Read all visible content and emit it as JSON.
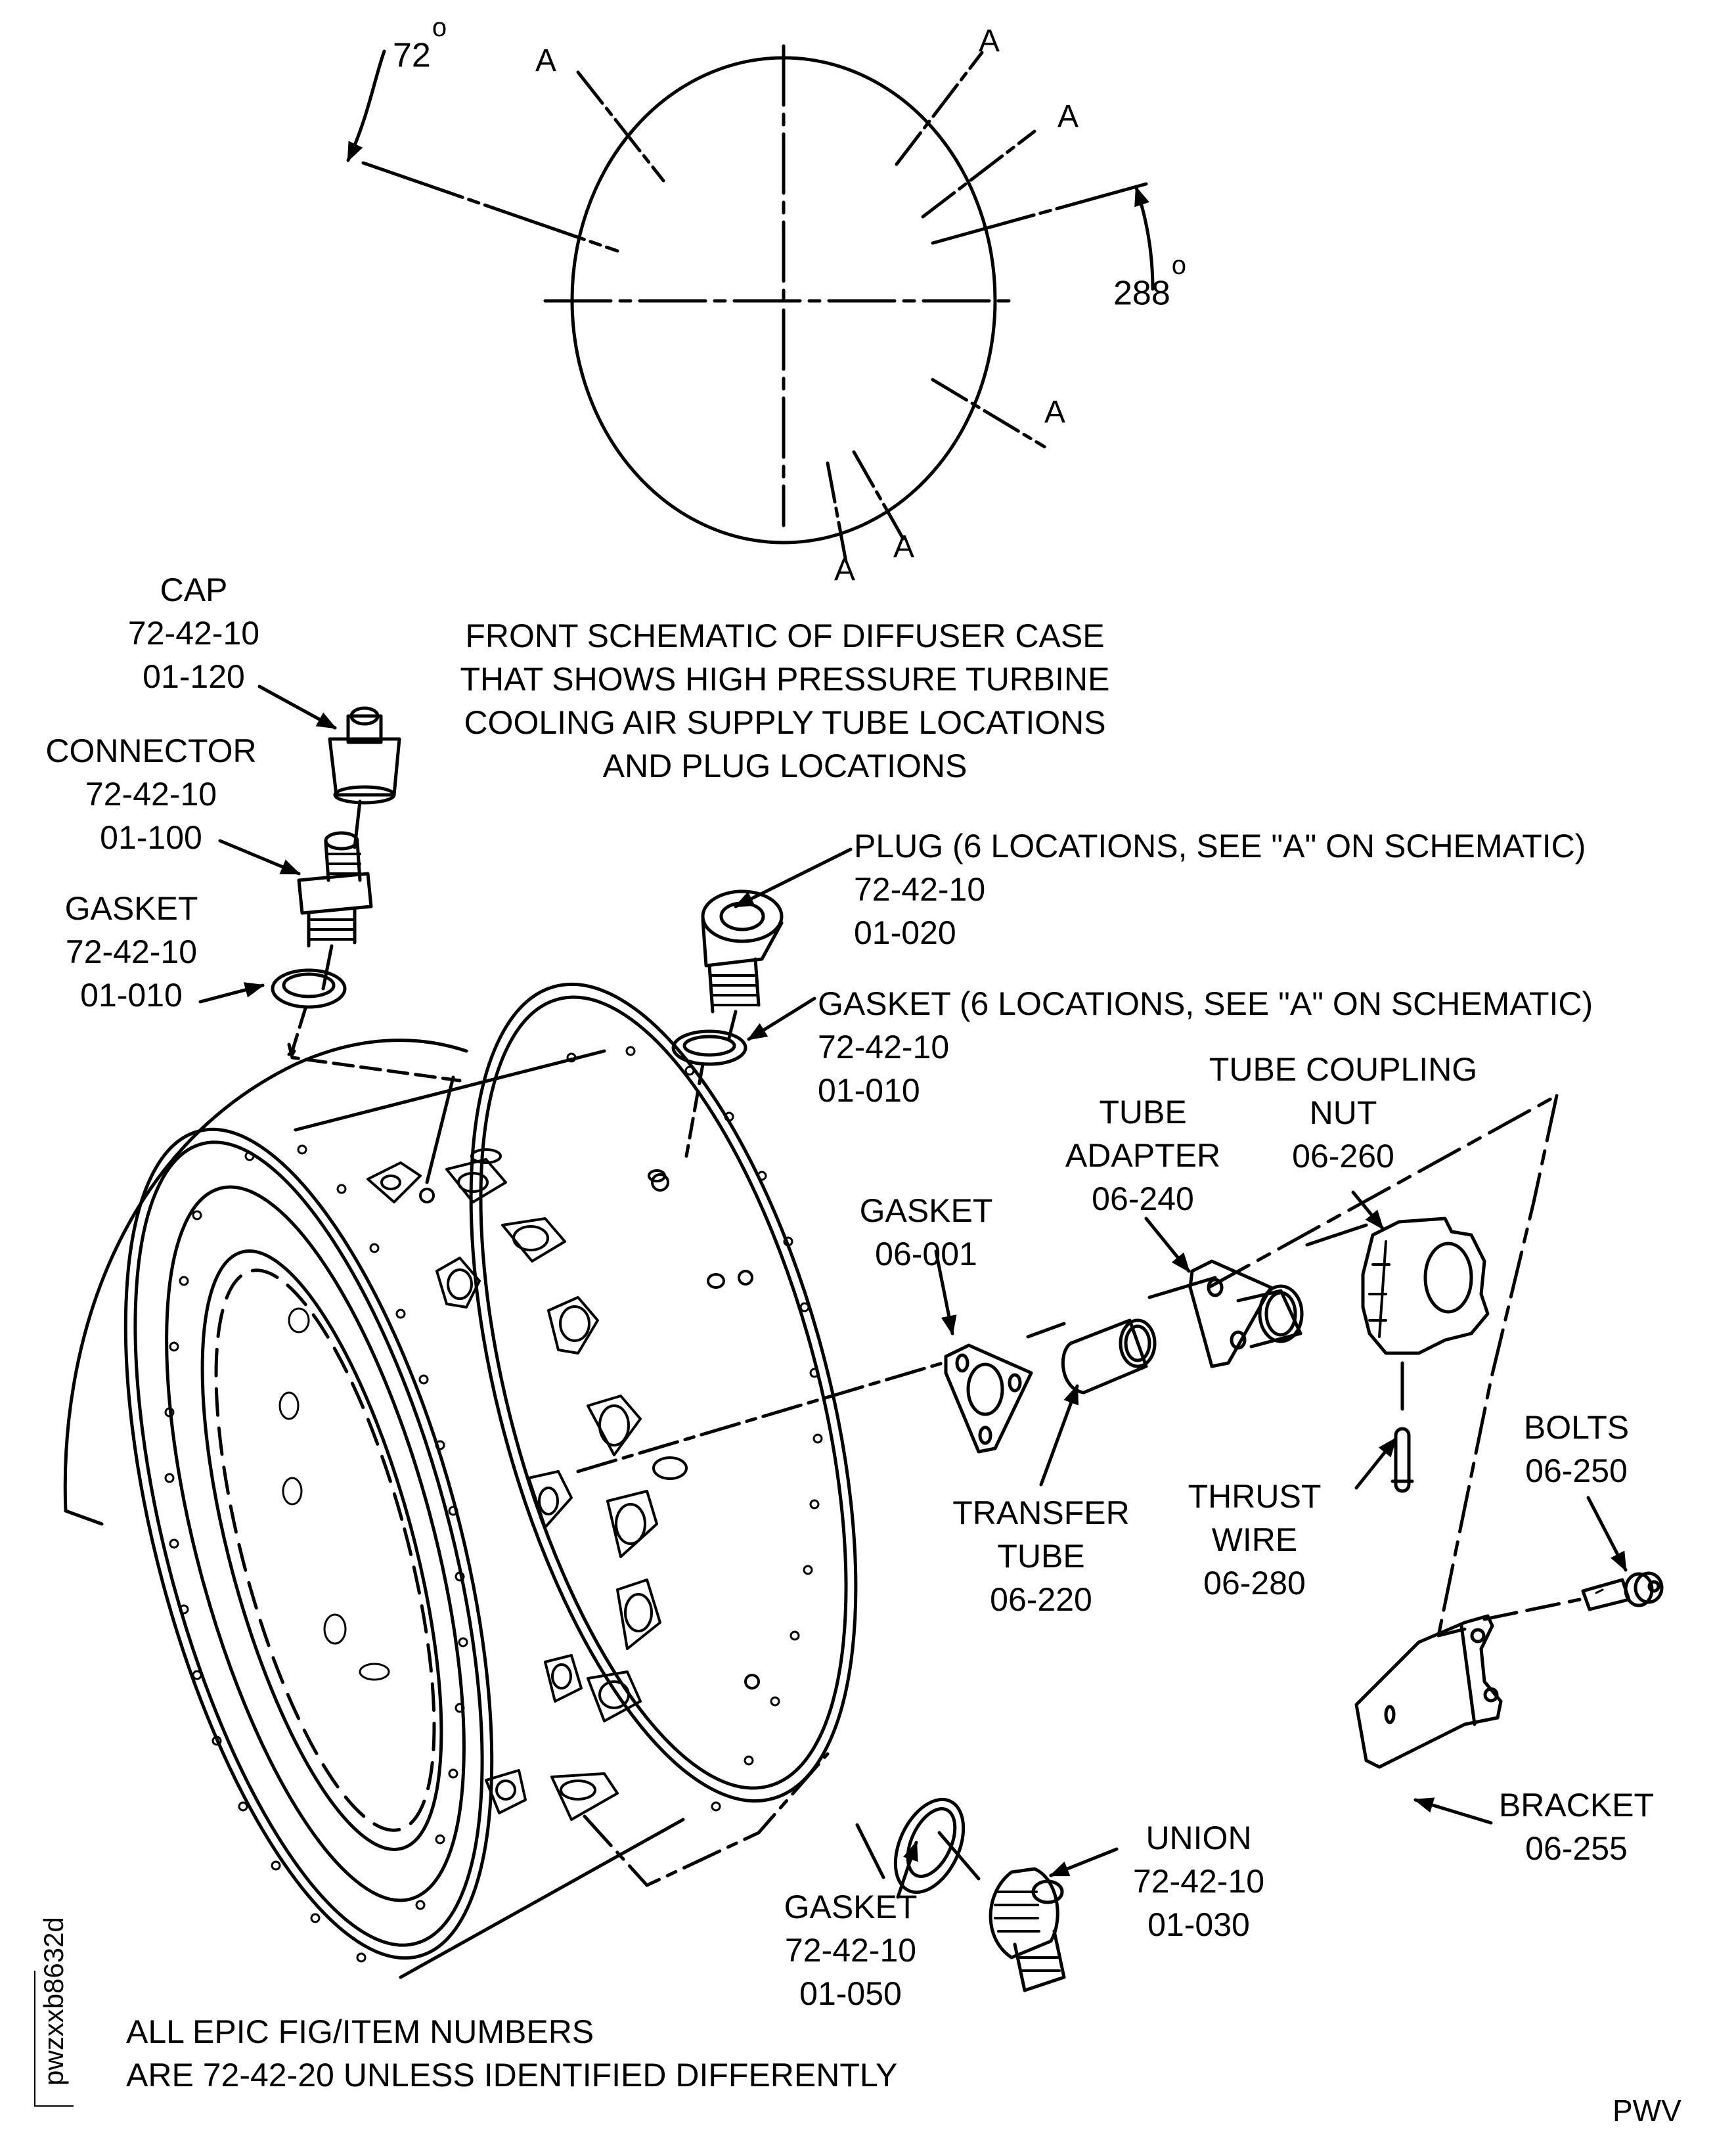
{
  "schematic": {
    "title_lines": [
      "FRONT SCHEMATIC OF DIFFUSER CASE",
      "THAT SHOWS HIGH PRESSURE TURBINE",
      "COOLING AIR SUPPLY TUBE LOCATIONS",
      "AND PLUG LOCATIONS"
    ],
    "angle_left": "72",
    "angle_right": "288",
    "degree_symbol": "o",
    "location_marker": "A",
    "location_count": 6
  },
  "callouts": {
    "cap": {
      "name": "CAP",
      "fig": "72-42-10",
      "item": "01-120"
    },
    "connector": {
      "name": "CONNECTOR",
      "fig": "72-42-10",
      "item": "01-100"
    },
    "gasket_left": {
      "name": "GASKET",
      "fig": "72-42-10",
      "item": "01-010"
    },
    "plug": {
      "name": "PLUG (6 LOCATIONS, SEE \"A\" ON SCHEMATIC)",
      "fig": "72-42-10",
      "item": "01-020"
    },
    "gasket_plug": {
      "name": "GASKET (6 LOCATIONS, SEE \"A\" ON SCHEMATIC)",
      "fig": "72-42-10",
      "item": "01-010"
    },
    "tube_coupling_nut": {
      "line1": "TUBE COUPLING",
      "line2": "NUT",
      "item": "06-260"
    },
    "tube_adapter": {
      "line1": "TUBE",
      "line2": "ADAPTER",
      "item": "06-240"
    },
    "gasket_tube": {
      "name": "GASKET",
      "item": "06-001"
    },
    "transfer_tube": {
      "line1": "TRANSFER",
      "line2": "TUBE",
      "item": "06-220"
    },
    "thrust_wire": {
      "line1": "THRUST",
      "line2": "WIRE",
      "item": "06-280"
    },
    "bolts": {
      "name": "BOLTS",
      "item": "06-250"
    },
    "bracket": {
      "name": "BRACKET",
      "item": "06-255"
    },
    "union": {
      "name": "UNION",
      "fig": "72-42-10",
      "item": "01-030"
    },
    "gasket_union": {
      "name": "GASKET",
      "fig": "72-42-10",
      "item": "01-050"
    }
  },
  "footnote": {
    "line1": "ALL EPIC FIG/ITEM NUMBERS",
    "line2": "ARE 72-42-20 UNLESS IDENTIFIED DIFFERENTLY"
  },
  "figure_id": "pwzxxb8632d",
  "corner_code": "PWV"
}
